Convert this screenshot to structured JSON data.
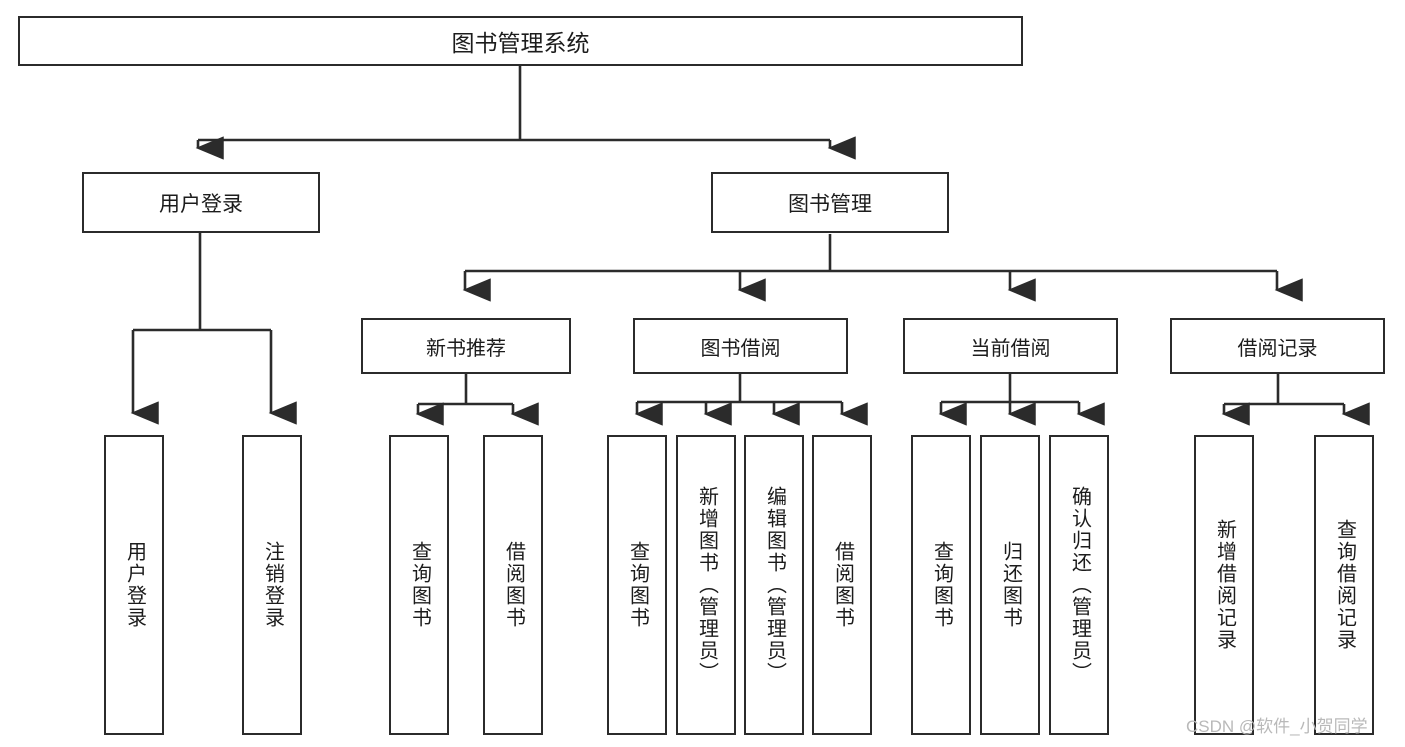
{
  "diagram": {
    "type": "tree",
    "title": "图书管理系统",
    "line_color": "#2b2b2b",
    "box_fill": "#ffffff",
    "text_color": "#1c1c1c",
    "root": {
      "label": "图书管理系统"
    },
    "level1": [
      {
        "label": "用户登录"
      },
      {
        "label": "图书管理"
      }
    ],
    "level2": [
      {
        "label": "新书推荐"
      },
      {
        "label": "图书借阅"
      },
      {
        "label": "当前借阅"
      },
      {
        "label": "借阅记录"
      }
    ],
    "leaves": {
      "user_login": [
        {
          "label": "用户登录"
        },
        {
          "label": "注销登录"
        }
      ],
      "new_book_recommend": [
        {
          "label": "查询图书"
        },
        {
          "label": "借阅图书"
        }
      ],
      "book_borrow": [
        {
          "label": "查询图书"
        },
        {
          "label": "新增图书（管理员）"
        },
        {
          "label": "编辑图书（管理员）"
        },
        {
          "label": "借阅图书"
        }
      ],
      "current_borrow": [
        {
          "label": "查询图书"
        },
        {
          "label": "归还图书"
        },
        {
          "label": "确认归还（管理员）"
        }
      ],
      "borrow_record": [
        {
          "label": "新增借阅记录"
        },
        {
          "label": "查询借阅记录"
        }
      ]
    }
  },
  "watermark": {
    "text": "CSDN @软件_小贺同学",
    "color": "#b9b9b9"
  }
}
